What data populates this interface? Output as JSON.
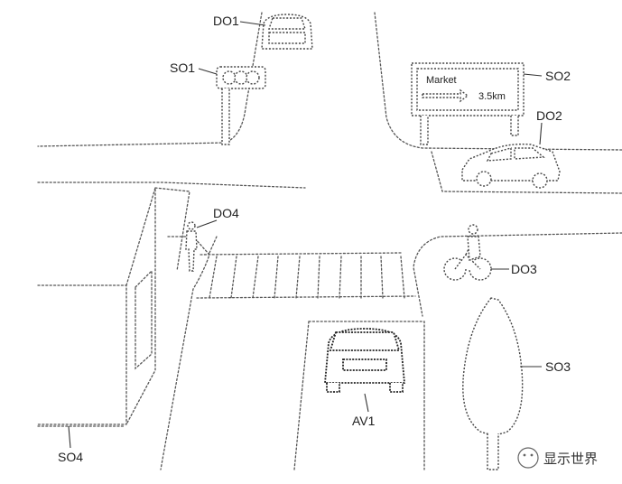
{
  "labels": {
    "do1": "DO1",
    "so1": "SO1",
    "so2": "SO2",
    "do2": "DO2",
    "do4": "DO4",
    "do3": "DO3",
    "so3": "SO3",
    "av1": "AV1",
    "so4": "SO4"
  },
  "sign": {
    "title": "Market",
    "distance": "3.5km"
  },
  "watermark": {
    "text": "显示世界"
  }
}
